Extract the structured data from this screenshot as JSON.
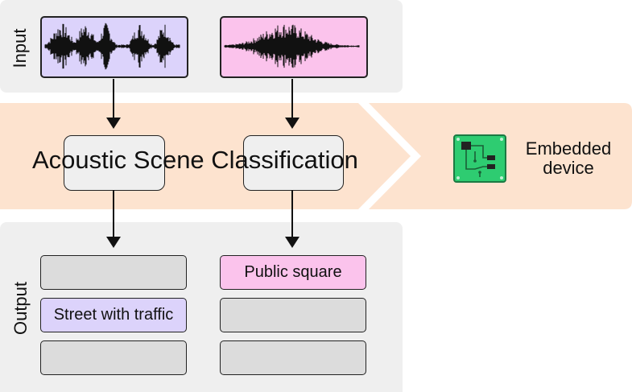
{
  "input_label": "Input",
  "output_label": "Output",
  "process_label": "Acoustic Scene Classification",
  "device_label_line1": "Embedded",
  "device_label_line2": "device",
  "outputs": {
    "col1": [
      "",
      "Street with traffic",
      ""
    ],
    "col2": [
      "Public square",
      "",
      ""
    ]
  },
  "colors": {
    "panel": "#efefef",
    "band": "#fde3cf",
    "purple": "#dcd3fb",
    "pink": "#fbc3ec",
    "gray": "#dcdcdc",
    "chip_green": "#2ecc71"
  },
  "icons": [
    "down-arrow-icon",
    "circuit-board-icon",
    "waveform-icon"
  ]
}
